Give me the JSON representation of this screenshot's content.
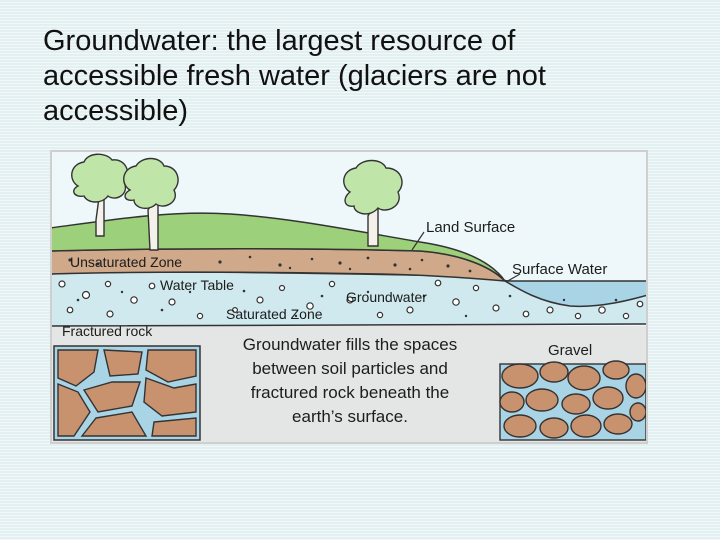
{
  "slide": {
    "title_lines": [
      "Groundwater: the largest resource of",
      "accessible fresh water (glaciers are not",
      "accessible)"
    ]
  },
  "diagram": {
    "labels": {
      "land_surface": "Land Surface",
      "surface_water": "Surface Water",
      "unsaturated_zone": "Unsaturated Zone",
      "water_table": "Water Table",
      "groundwater": "Groundwater",
      "saturated_zone": "Saturated Zone",
      "fractured_rock": "Fractured rock",
      "gravel": "Gravel"
    },
    "caption_lines": [
      "Groundwater fills the spaces",
      "between soil particles and",
      "fractured rock beneath the",
      "earth’s surface."
    ],
    "colors": {
      "sky": "#eef8fa",
      "grass": "#9cd07a",
      "soil": "#cfa98a",
      "saturated": "#cfe9ee",
      "rock": "#c9926e",
      "water": "#a8d4e6",
      "tree_foliage": "#bfe6a8"
    }
  }
}
